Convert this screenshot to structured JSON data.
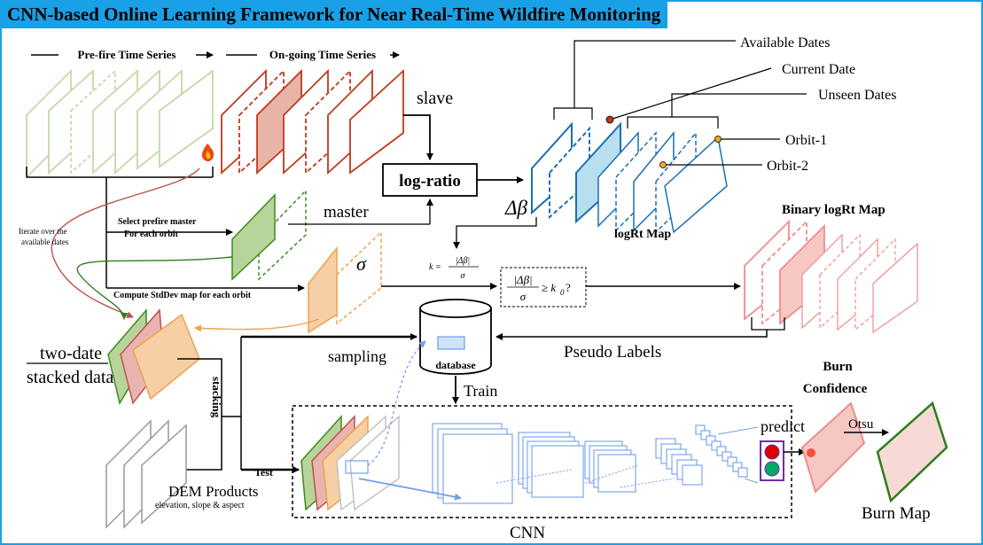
{
  "title": "CNN-based Online Learning Framework for Near Real-Time Wildfire Monitoring",
  "labels": {
    "prefire_series": "Pre-fire Time Series",
    "ongoing_series": "On-going Time Series",
    "slave": "slave",
    "master": "master",
    "log_ratio": "log-ratio",
    "delta_beta": "Δβ",
    "sigma": "σ",
    "available_dates": "Available Dates",
    "current_date": "Current Date",
    "unseen_dates": "Unseen Dates",
    "orbit1": "Orbit-1",
    "orbit2": "Orbit-2",
    "logrt_map": "logRt Map",
    "binary_logrt_map": "Binary logRt Map",
    "select_master_1": "Select prefire master",
    "select_master_2": "For each orbit",
    "stddev": "Compute StdDev map for each orbit",
    "iterate_1": "Iterate over the",
    "iterate_2": "available dates",
    "formula_k_lhs": "k =",
    "formula_k_num": "|Δβ|",
    "formula_k_den": "σ",
    "threshold_num": "|Δβ|",
    "threshold_den": "σ",
    "threshold_rhs": "≥ k",
    "threshold_sub": "0",
    "threshold_q": "?",
    "pseudo_labels": "Pseudo Labels",
    "two_date_1": "two-date",
    "two_date_2": "stacked data",
    "sampling": "sampling",
    "database": "database",
    "train": "Train",
    "stacking": "stacking",
    "test": "Test",
    "dem": "DEM Products",
    "dem_sub": "elevation, slope & aspect",
    "cnn": "CNN",
    "predict": "predict",
    "burn_conf_1": "Burn",
    "burn_conf_2": "Confidence",
    "otsu": "Otsu",
    "burn_map": "Burn Map"
  },
  "colors": {
    "title_bg": "#1aa0e6",
    "prefire": "#c5d9a5",
    "ongoing": "#c0391b",
    "logrt": "#1a6fb5",
    "master": "#3f8a1f",
    "sigma": "#f0a050",
    "binary": "#f08c8c",
    "cnn": "#7fa6f0",
    "dem": "#999999"
  }
}
